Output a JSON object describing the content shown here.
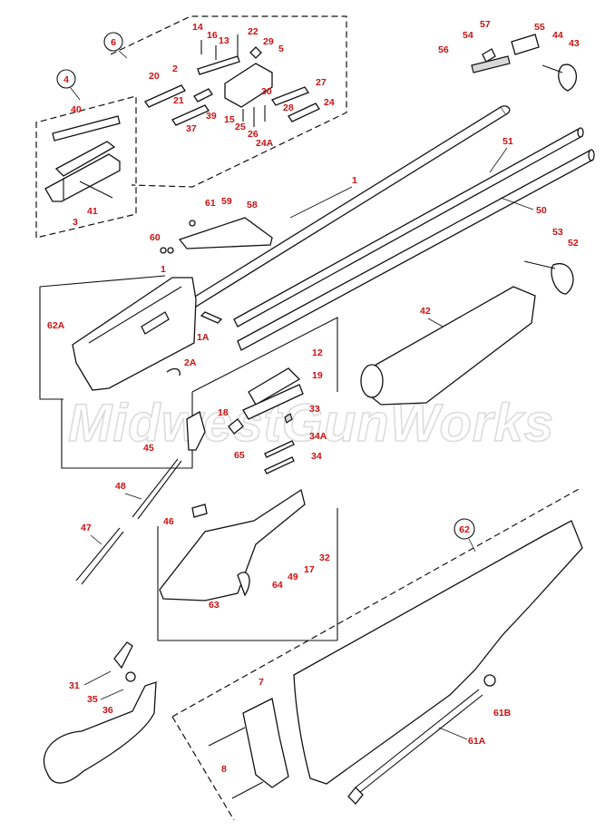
{
  "watermark": "MidwestGunWorks",
  "callouts": {
    "c4": "4",
    "c6": "6",
    "c62": "62"
  },
  "labels": {
    "p14": "14",
    "p16": "16",
    "p13": "13",
    "p22": "22",
    "p29": "29",
    "p5": "5",
    "p2": "2",
    "p20": "20",
    "p21": "21",
    "p39": "39",
    "p37": "37",
    "p15": "15",
    "p25": "25",
    "p26": "26",
    "p24A": "24A",
    "p30": "30",
    "p28": "28",
    "p27": "27",
    "p24": "24",
    "p40": "40",
    "p41": "41",
    "p3": "3",
    "p57": "57",
    "p54": "54",
    "p55": "55",
    "p56": "56",
    "p44": "44",
    "p43": "43",
    "p51": "51",
    "p1": "1",
    "p50": "50",
    "p61": "61",
    "p59": "59",
    "p58": "58",
    "p60": "60",
    "p1b": "1",
    "p62A": "62A",
    "p1A": "1A",
    "p2A": "2A",
    "p53": "53",
    "p52": "52",
    "p42": "42",
    "p12": "12",
    "p19": "19",
    "p18": "18",
    "p33": "33",
    "p34A": "34A",
    "p34": "34",
    "p45": "45",
    "p65": "65",
    "p48": "48",
    "p46": "46",
    "p47": "47",
    "p32": "32",
    "p17": "17",
    "p49": "49",
    "p64": "64",
    "p63": "63",
    "p31": "31",
    "p35": "35",
    "p36": "36",
    "p7": "7",
    "p8": "8",
    "p61B": "61B",
    "p61A": "61A"
  },
  "colors": {
    "label": "#cc1111",
    "ink": "#111111",
    "watermark": "#dcdcdc"
  }
}
